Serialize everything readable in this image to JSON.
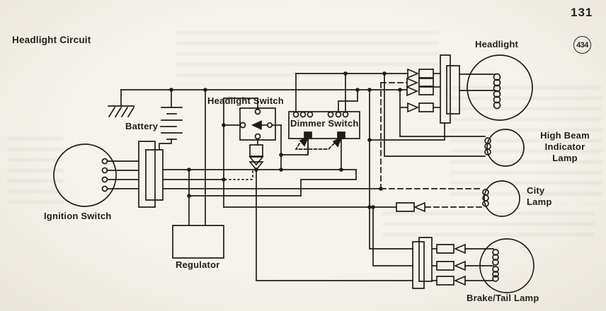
{
  "page": {
    "number": "131",
    "title": "Headlight Circuit",
    "figure_badge": "434"
  },
  "labels": {
    "headlight": "Headlight",
    "headlight_switch": "Headlight Switch",
    "dimmer_switch": "Dimmer Switch",
    "battery": "Battery",
    "ignition_switch": "Ignition Switch",
    "regulator": "Regulator",
    "high_beam_indicator": [
      "High Beam",
      "Indicator",
      "Lamp"
    ],
    "city_lamp": [
      "City",
      "Lamp"
    ],
    "brake_tail_lamp": "Brake/Tail Lamp"
  },
  "colors": {
    "ink": "#201d18",
    "paper": "#f6f3ec"
  }
}
